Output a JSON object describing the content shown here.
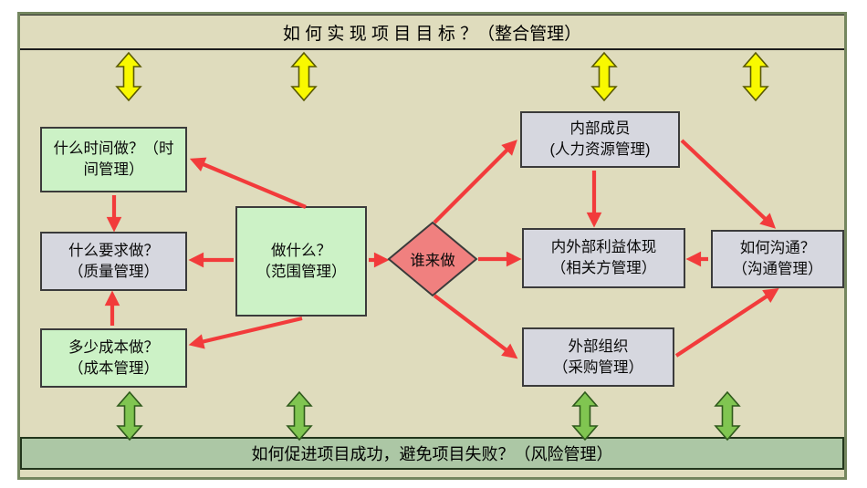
{
  "banner_top": {
    "text": "如 何 实 现 项 目 目 标 ？（整合管理）"
  },
  "banner_bottom": {
    "text": "如何促进项目成功，避免项目失败？（风险管理）"
  },
  "nodes": {
    "time": {
      "line1": "什么时间做？（时",
      "line2": "间管理）"
    },
    "quality": {
      "line1": "什么要求做？",
      "line2": "（质量管理）"
    },
    "cost": {
      "line1": "多少成本做？",
      "line2": "（成本管理）"
    },
    "scope": {
      "line1": "做什么？",
      "line2": "（范围管理）"
    },
    "who": {
      "line1": "谁来做"
    },
    "hr": {
      "line1": "内部成员",
      "line2": "(人力资源管理)"
    },
    "stakeholder": {
      "line1": "内外部利益体现",
      "line2": "（相关方管理）"
    },
    "procurement": {
      "line1": "外部组织",
      "line2": "（采购管理）"
    },
    "comm": {
      "line1": "如何沟通？",
      "line2": "（沟通管理）"
    }
  },
  "colors": {
    "background_tan": "#dfdcbd",
    "node_green": "#ccf2c6",
    "node_gray": "#d6d7df",
    "diamond_red": "#f0807f",
    "arrow_red": "#f23b3b",
    "arrow_yellow": "#f9f900",
    "arrow_green": "#80c551",
    "banner_green": "#acc7a5",
    "frame_border": "#74865f"
  }
}
